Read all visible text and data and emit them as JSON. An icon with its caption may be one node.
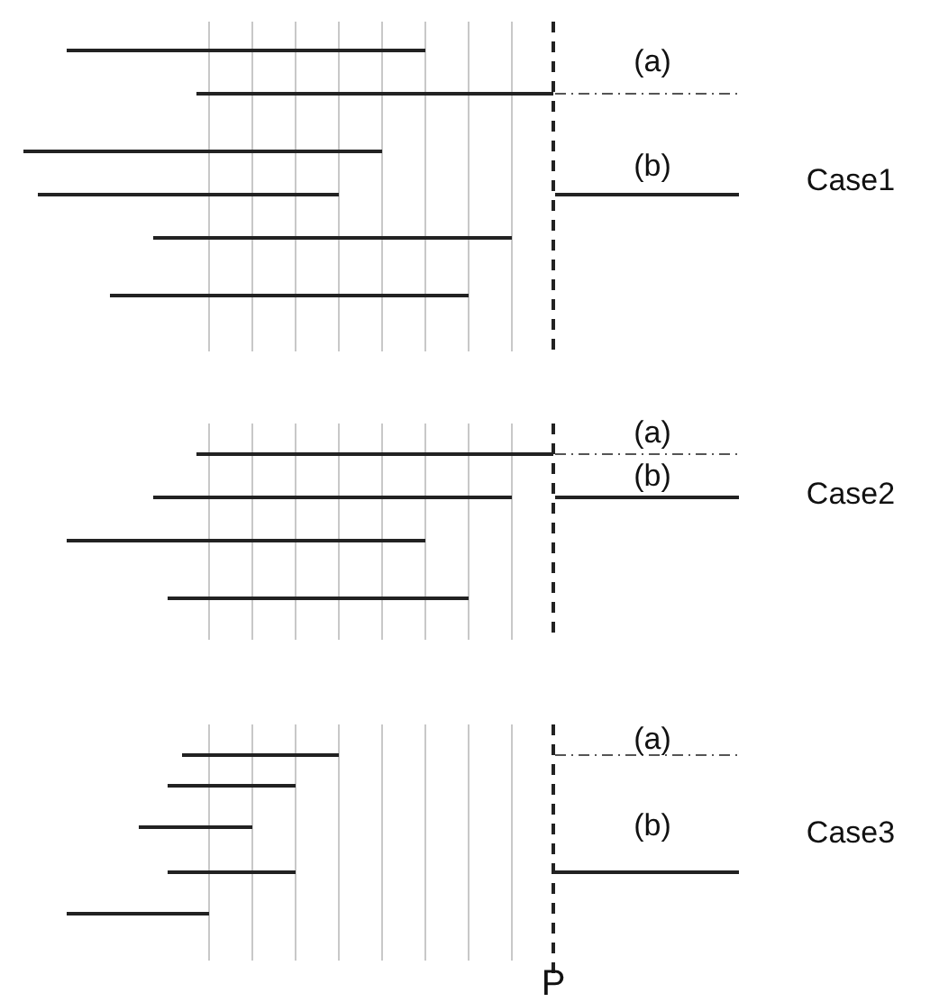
{
  "diagram": {
    "labels": [
      "(a)",
      "(b)",
      "Case1",
      "(a)",
      "(b)",
      "Case2",
      "(a)",
      "(b)",
      "Case3",
      "P"
    ]
  }
}
